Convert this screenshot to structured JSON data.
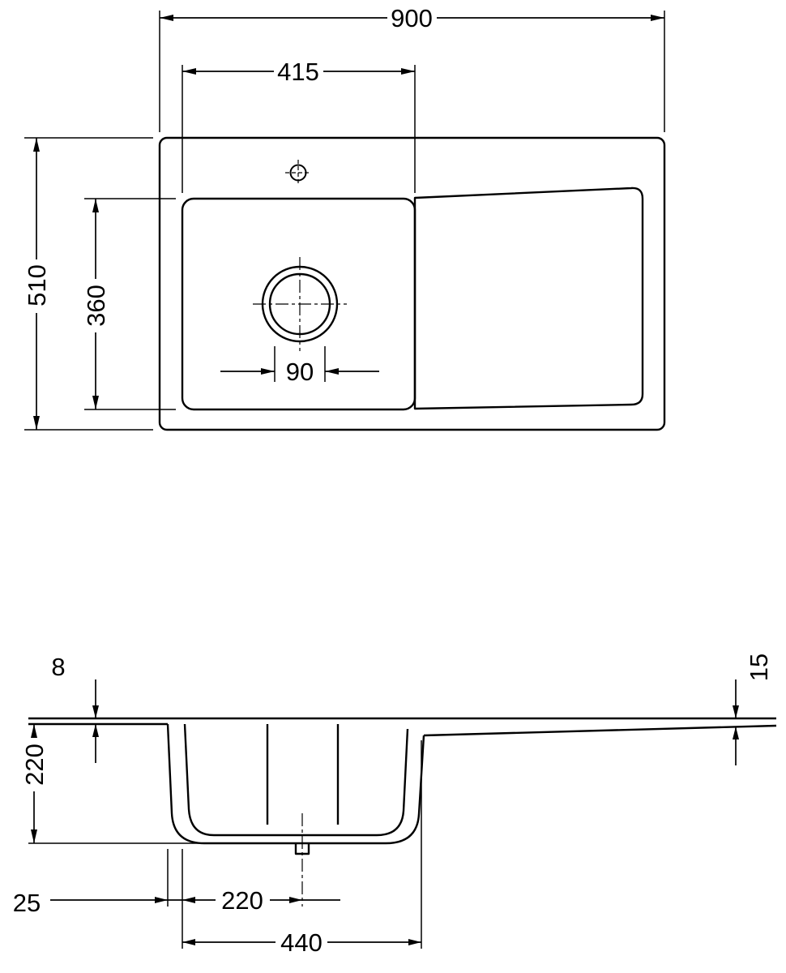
{
  "drawing": {
    "background": "#ffffff",
    "line_color": "#000000",
    "top_view": {
      "name": "plan-view",
      "dims": {
        "overall_width": "900",
        "bowl_width": "415",
        "overall_depth": "510",
        "bowl_depth": "360",
        "drain_diameter": "90"
      }
    },
    "section_view": {
      "name": "section-view",
      "dims": {
        "rim_thickness": "8",
        "board_thickness": "15",
        "bowl_depth": "220",
        "edge_to_bowl": "25",
        "drain_offset": "220",
        "bowl_length": "440"
      }
    }
  }
}
